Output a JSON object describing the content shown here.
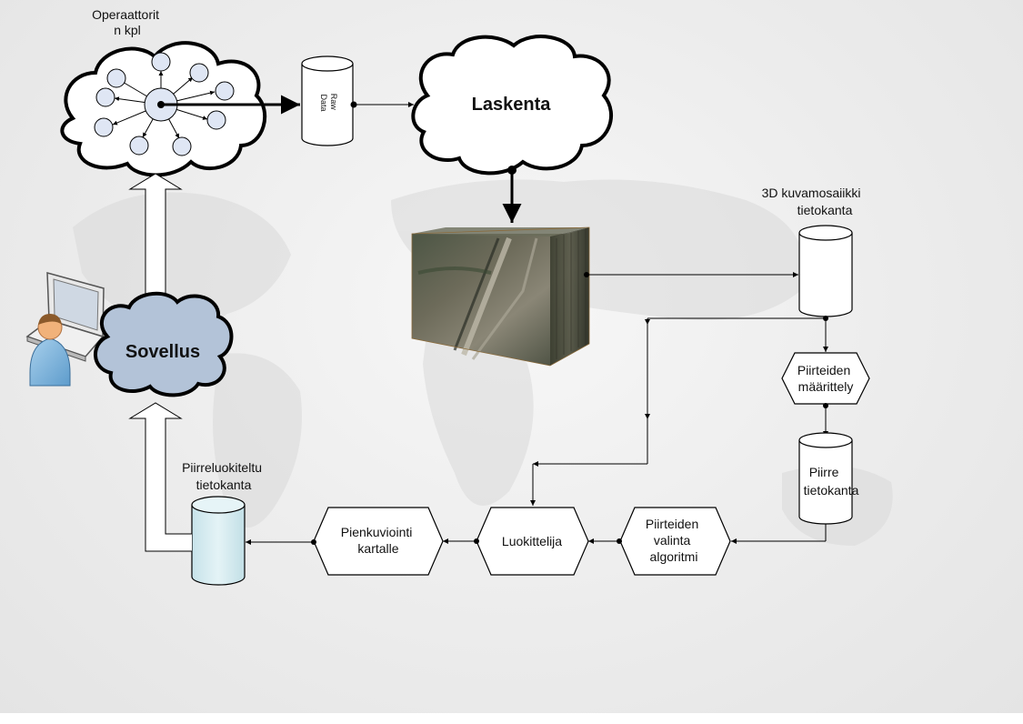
{
  "operators": {
    "line1": "Operaattorit",
    "line2": "n kpl"
  },
  "raw_data": {
    "line1": "Raw",
    "line2": "Data"
  },
  "computation": {
    "label": "Laskenta"
  },
  "mosaic_db": {
    "line1": "3D kuvamosaiikki",
    "line2": "tietokanta"
  },
  "feature_definition": {
    "line1": "Piirteiden",
    "line2": "määrittely"
  },
  "feature_db": {
    "line1": "Piirre",
    "line2": "tietokanta"
  },
  "feature_selection": {
    "line1": "Piirteiden",
    "line2": "valinta",
    "line3": "algoritmi"
  },
  "classifier": {
    "label": "Luokittelija"
  },
  "map_output": {
    "line1": "Pienkuviointi",
    "line2": "kartalle"
  },
  "classified_db": {
    "line1": "Piirreluokiteltu",
    "line2": "tietokanta"
  },
  "application": {
    "label": "Sovellus"
  },
  "colors": {
    "line": "#000000",
    "node_fill": "#dfe6f4",
    "app_cloud_fill": "#b3c3d8",
    "classified_db_fill": "#d6ecf1",
    "white": "#ffffff"
  }
}
